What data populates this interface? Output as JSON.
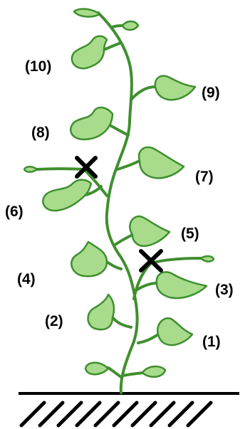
{
  "colors": {
    "leaf_fill": "#a8dc8c",
    "leaf_stroke": "#3f8f2e",
    "stem": "#3f8f2e",
    "cross": "#000000",
    "ground": "#000000"
  },
  "labels": {
    "leaf1": "(1)",
    "leaf2": "(2)",
    "leaf3": "(3)",
    "leaf4": "(4)",
    "leaf5": "(5)",
    "leaf6": "(6)",
    "leaf7": "(7)",
    "leaf8": "(8)",
    "leaf9": "(9)",
    "leaf10": "(10)"
  },
  "removed_leaves": [
    "(3)",
    "(6)"
  ]
}
